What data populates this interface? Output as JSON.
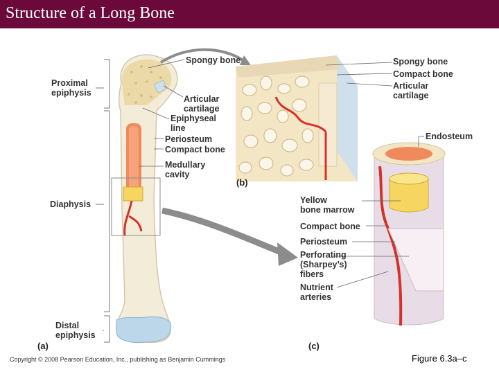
{
  "title": "Structure of a Long Bone",
  "labels_a": {
    "proximal_epiphysis": "Proximal\nepiphysis",
    "diaphysis": "Diaphysis",
    "distal_epiphysis": "Distal\nepiphysis",
    "spongy_bone": "Spongy bone",
    "articular_cartilage": "Articular\ncartilage",
    "epiphyseal_line": "Epiphyseal\nline",
    "periosteum": "Periosteum",
    "compact_bone": "Compact bone",
    "medullary_cavity": "Medullary\ncavity"
  },
  "labels_b": {
    "spongy_bone": "Spongy bone",
    "compact_bone": "Compact bone",
    "articular_cartilage": "Articular\ncartilage"
  },
  "labels_c": {
    "endosteum": "Endosteum",
    "yellow_marrow": "Yellow\nbone marrow",
    "compact_bone": "Compact bone",
    "periosteum": "Periosteum",
    "perforating_fibers": "Perforating\n(Sharpey’s)\nfibers",
    "nutrient_arteries": "Nutrient\narteries"
  },
  "panels": {
    "a": "(a)",
    "b": "(b)",
    "c": "(c)"
  },
  "footer": {
    "copyright": "Copyright © 2008 Pearson Education, Inc., publishing as Benjamin Cummings",
    "figure": "Figure 6.3a–c"
  }
}
